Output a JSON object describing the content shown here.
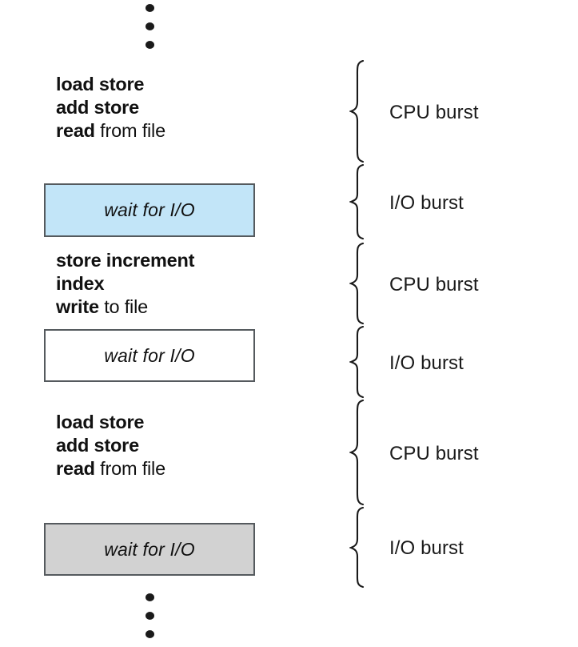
{
  "figure": {
    "title": "CPU burst / I/O burst alternating sequence",
    "background": "#ffffff",
    "ink_color": "#1a1a1a",
    "box_border_color": "#555a5e"
  },
  "ellipsis_top": {
    "name": "vertical-ellipsis",
    "dot_count": 3
  },
  "ellipsis_bottom": {
    "name": "vertical-ellipsis",
    "dot_count": 3
  },
  "segments": [
    {
      "kind": "cpu",
      "label": "CPU burst",
      "lines": [
        {
          "bold": "load store",
          "plain": ""
        },
        {
          "bold": "add store",
          "plain": ""
        },
        {
          "bold": "read",
          "plain": " from file"
        }
      ]
    },
    {
      "kind": "io",
      "label": "I/O burst",
      "box_text": "wait for I/O",
      "box_fill": "#c2e5f8"
    },
    {
      "kind": "cpu",
      "label": "CPU burst",
      "lines": [
        {
          "bold": "store increment",
          "plain": ""
        },
        {
          "bold": "index",
          "plain": ""
        },
        {
          "bold": "write",
          "plain": " to file"
        }
      ]
    },
    {
      "kind": "io",
      "label": "I/O burst",
      "box_text": "wait for I/O",
      "box_fill": "#ffffff"
    },
    {
      "kind": "cpu",
      "label": "CPU burst",
      "lines": [
        {
          "bold": "load store",
          "plain": ""
        },
        {
          "bold": "add store",
          "plain": ""
        },
        {
          "bold": "read",
          "plain": " from file"
        }
      ]
    },
    {
      "kind": "io",
      "label": "I/O burst",
      "box_text": "wait for I/O",
      "box_fill": "#d2d2d2"
    }
  ]
}
